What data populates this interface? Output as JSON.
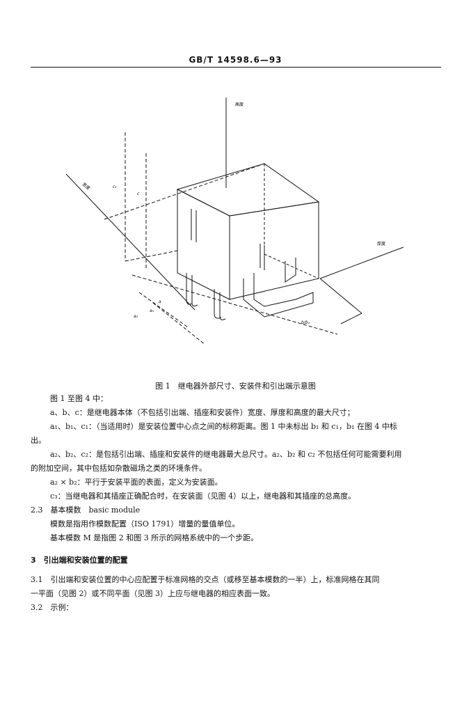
{
  "header": "GB/T 14598.6—93",
  "figure": {
    "label_height": "高度",
    "label_width": "宽度",
    "label_thickness": "厚度",
    "label_c1": "c₁",
    "label_c": "c",
    "label_a": "a",
    "label_a1": "a₁",
    "label_a2": "a₂",
    "label_b": "b/b₁"
  },
  "caption": "图 1　继电器外部尺寸、安装件和引出端示意图",
  "lines": [
    "图 1 至图 4 中：",
    "a、b、c：是继电器本体（不包括引出端、插座和安装件）宽度、厚度和高度的最大尺寸；",
    "a₁、b₁、c₁：（当适用时）是安装位置中心点之间的标称距离。图 1 中未标出 b₁ 和 c₁，b₁ 在图 4 中标",
    "出。",
    "a₂、b₂、c₂：是包括引出端、插座和安装件的继电器最大总尺寸。a₂、b₂ 和 c₂ 不包括任何可能需要利用",
    "的附加空间，其中包括如杂散磁场之类的环境条件。",
    "a₂ × b₂：平行于安装平面的表面，定义为安装面。",
    "c₃：当继电器和其插座正确配合时，在安装面（见图 4）以上，继电器和其插座的总高度。",
    "2.3　基本模数　basic module",
    "模数是指用作模数配置（ISO 1791）增量的量值单位。",
    "基本模数 M 是指图 2 和图 3 所示的网格系统中的一个步距。",
    "3　引出端和安装位置的配置",
    "3.1　引出端和安装位置的中心应配置于标准网格的交点（或移至基本模数的一半）上，标准网格在其同",
    "一平面（见图 2）或不同平面（见图 3）上应与继电器的相应表面一致。",
    "3.2　示例："
  ]
}
